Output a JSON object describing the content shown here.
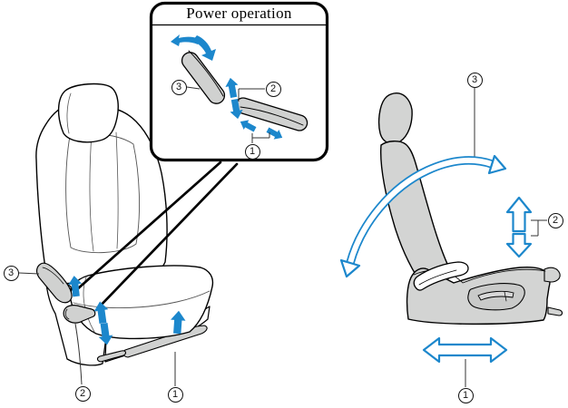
{
  "inset": {
    "title": "Power operation"
  },
  "callouts": {
    "slide": "1",
    "lift": "2",
    "recline": "3"
  },
  "colors": {
    "arrow_blue": "#1c87cc",
    "seat_gray": "#d3d4d3",
    "switch_gray": "#d0d1d0",
    "outline_black": "#000000"
  }
}
